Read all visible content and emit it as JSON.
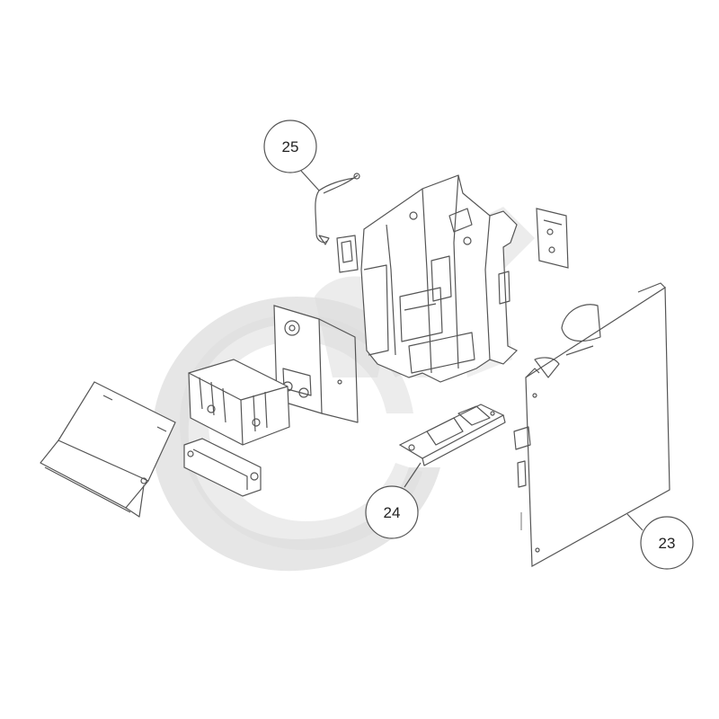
{
  "callouts": {
    "c25": "25",
    "c24": "24",
    "c23": "23"
  },
  "colors": {
    "line": "#555555",
    "watermark": "#d9d9d9",
    "background": "#ffffff"
  }
}
